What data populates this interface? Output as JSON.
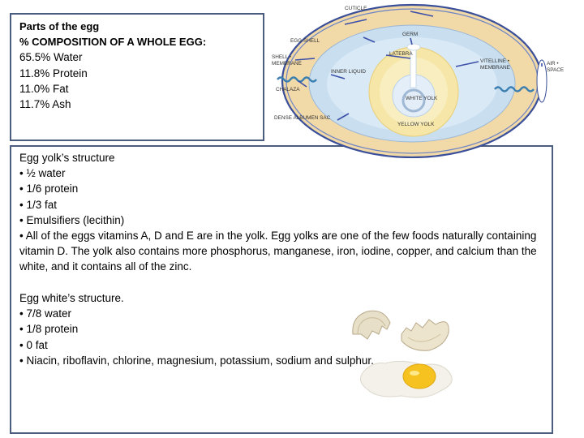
{
  "top_panel": {
    "title": "Parts of the egg",
    "subtitle": "% COMPOSITION OF A WHOLE EGG:",
    "items": [
      "65.5% Water",
      "11.8% Protein",
      "11.0% Fat",
      "11.7% Ash"
    ]
  },
  "diagram": {
    "labels": {
      "cuticle": "CUTICLE",
      "egg_shell": "EGG SHELL",
      "shell_membrane_1": "SHELL •",
      "shell_membrane_2": "MEMBRANE",
      "germ": "GERM",
      "latebra": "LATEBRA",
      "inner_liquid": "INNER LIQUID",
      "chalaza": "CHALAZA",
      "vitelline_1": "VITELLINE •",
      "vitelline_2": "MEMBRANE",
      "air_1": "AIR •",
      "air_2": "SPACE",
      "white_yolk": "WHITE YOLK",
      "yellow_yolk": "YELLOW YOLK",
      "dense_albumen": "DENSE ALBUMEN SAC"
    }
  },
  "yolk_section": {
    "heading": "Egg yolk’s structure",
    "bullets": [
      "• ½ water",
      "• 1/6 protein",
      "• 1/3 fat",
      "• Emulsifiers (lecithin)"
    ],
    "paragraph": "• All of the eggs vitamins A, D and E are in the yolk. Egg yolks are one of the few foods naturally containing vitamin D. The yolk also contains more phosphorus, manganese, iron, iodine, copper, and calcium  than the white, and it contains all of the zinc."
  },
  "white_section": {
    "heading": "Egg white’s structure.",
    "bullets": [
      "• 7/8 water",
      "• 1/8 protein",
      "• 0 fat",
      "• Niacin, riboflavin, chlorine, magnesium, potassium, sodium and sulphur."
    ]
  },
  "colors": {
    "frame_border": "#4a5d7e",
    "egg_shell": "#f2d9a8",
    "albumen": "#c9dff0",
    "yolk_ring": "#f6e6a8",
    "arrow": "#3b4fa8"
  }
}
